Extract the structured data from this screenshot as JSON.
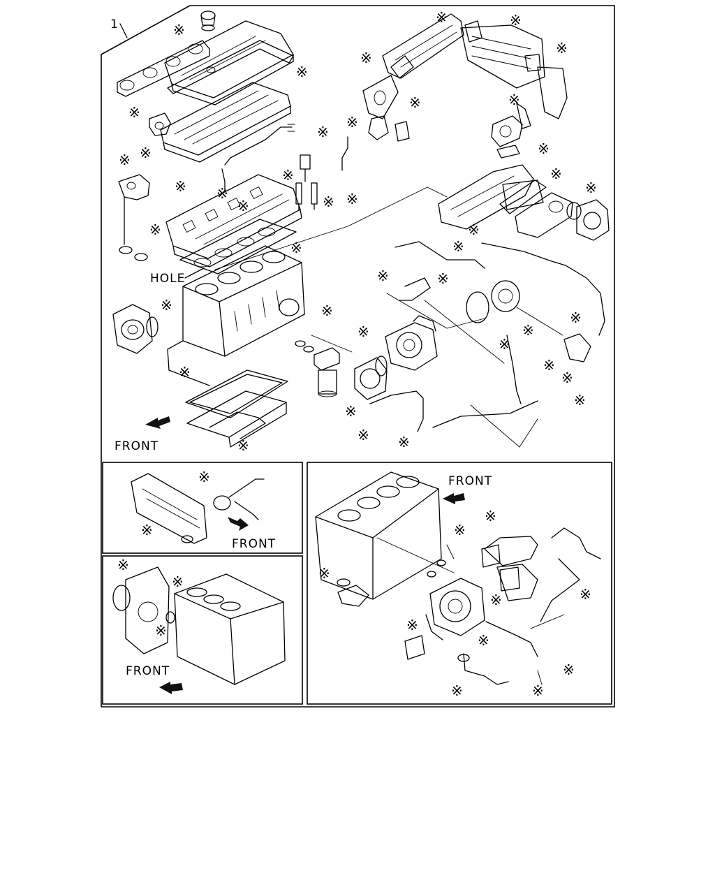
{
  "callout": {
    "item_number": "1"
  },
  "labels": {
    "hole": "HOLE",
    "front_main": "FRONT",
    "front_inset_a": "FRONT",
    "front_inset_b": "FRONT",
    "front_inset_c": "FRONT"
  },
  "symbols": {
    "kit_part_mark": "※"
  }
}
